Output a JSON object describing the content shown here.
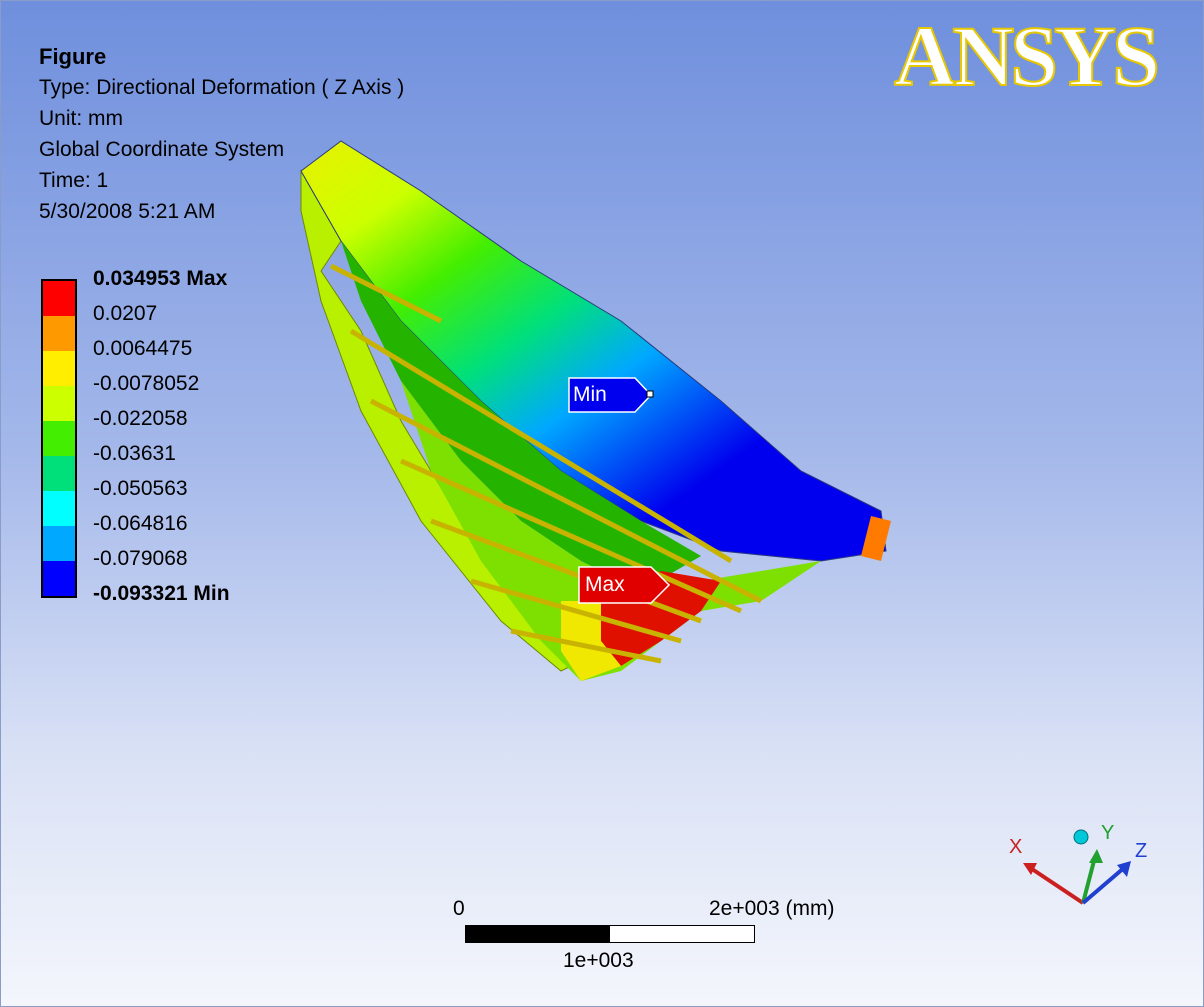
{
  "info": {
    "title": "Figure",
    "type_line": "Type: Directional Deformation ( Z Axis )",
    "unit_line": "Unit: mm",
    "coord_line": "Global Coordinate System",
    "time_line": "Time: 1",
    "date_line": "5/30/2008 5:21 AM"
  },
  "legend": {
    "labels": [
      "0.034953 Max",
      "0.0207",
      "0.0064475",
      "-0.0078052",
      "-0.022058",
      "-0.03631",
      "-0.050563",
      "-0.064816",
      "-0.079068",
      "-0.093321 Min"
    ],
    "colors": [
      "#ff0000",
      "#ff9900",
      "#ffee00",
      "#ccff00",
      "#44ee00",
      "#00e07a",
      "#00ffff",
      "#00a8ff",
      "#0000ff"
    ]
  },
  "logo": {
    "text": "ANSYS"
  },
  "probes": {
    "min_label": "Min",
    "max_label": "Max"
  },
  "scale_bar": {
    "left_label": "0",
    "mid_label": "1e+003",
    "right_label": "2e+003 (mm)"
  },
  "triad": {
    "x_label": "X",
    "y_label": "Y",
    "z_label": "Z"
  }
}
